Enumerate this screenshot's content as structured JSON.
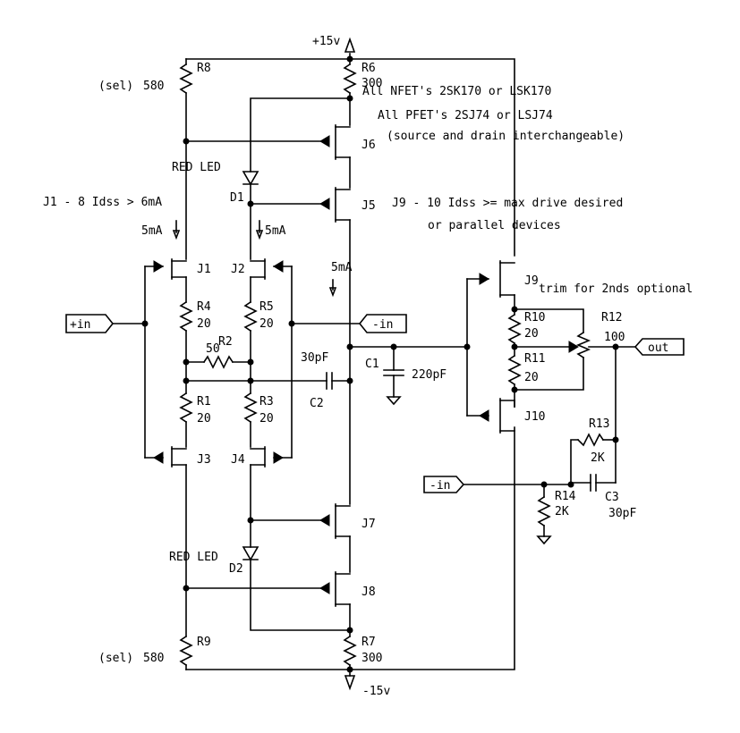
{
  "rails": {
    "pos": "+15v",
    "neg": "-15v"
  },
  "notes": {
    "nfet": "All NFET's 2SK170 or LSK170",
    "pfet": "All PFET's 2SJ74 or LSJ74",
    "interchange": "(source and drain interchangeable)",
    "j1_8": "J1 - 8 Idss > 6mA",
    "j9_10_a": "J9 - 10 Idss >= max drive desired",
    "j9_10_b": "or parallel devices",
    "trim": "trim for 2nds optional"
  },
  "ports": {
    "in_pos": "+in",
    "in_neg1": "-in",
    "in_neg2": "-in",
    "out": "out"
  },
  "currents": {
    "c1": "5mA",
    "c2": "5mA",
    "c3": "5mA"
  },
  "components": {
    "R8": {
      "ref": "R8",
      "val": "580",
      "sel": "(sel)"
    },
    "R9": {
      "ref": "R9",
      "val": "580",
      "sel": "(sel)"
    },
    "R6": {
      "ref": "R6",
      "val": "300"
    },
    "R7": {
      "ref": "R7",
      "val": "300"
    },
    "R4": {
      "ref": "R4",
      "val": "20"
    },
    "R5": {
      "ref": "R5",
      "val": "20"
    },
    "R1": {
      "ref": "R1",
      "val": "20"
    },
    "R3": {
      "ref": "R3",
      "val": "20"
    },
    "R2": {
      "ref": "R2",
      "val": "50"
    },
    "R10": {
      "ref": "R10",
      "val": "20"
    },
    "R11": {
      "ref": "R11",
      "val": "20"
    },
    "R12": {
      "ref": "R12",
      "val": "100"
    },
    "R13": {
      "ref": "R13",
      "val": "2K"
    },
    "R14": {
      "ref": "R14",
      "val": "2K"
    },
    "C1": {
      "ref": "C1",
      "val": "220pF"
    },
    "C2": {
      "ref": "C2",
      "val": "30pF"
    },
    "C3": {
      "ref": "C3",
      "val": "30pF"
    },
    "D1": {
      "ref": "D1",
      "type": "RED LED"
    },
    "D2": {
      "ref": "D2",
      "type": "RED LED"
    },
    "J1": "J1",
    "J2": "J2",
    "J3": "J3",
    "J4": "J4",
    "J5": "J5",
    "J6": "J6",
    "J7": "J7",
    "J8": "J8",
    "J9": "J9",
    "J10": "J10"
  }
}
